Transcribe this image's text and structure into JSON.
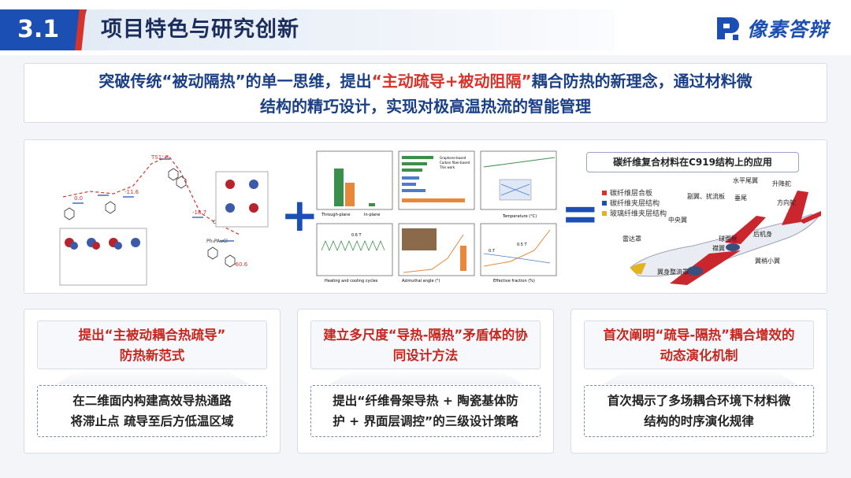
{
  "header": {
    "section_number": "3.1",
    "title": "项目特色与研究创新",
    "logo_text": "像素答辩",
    "accent": "#1c4fb3",
    "red_accent": "#d6332b"
  },
  "intro": {
    "part1": "突破传统“被动隔热”的单一思维，提出",
    "highlight": "“主动疏导+被动阻隔”",
    "part2": "耦合防热的新理念，通过材料微",
    "line2": "结构的精巧设计，实现对极高温热流的智能管理"
  },
  "figure": {
    "chem_labels": [
      "TS1'-R",
      "0.0",
      "-11.6",
      "-18.7",
      "Ph₃PAuCl",
      "-60.6",
      "Cl"
    ],
    "chart_labels": {
      "bar_x": [
        "Through-plane",
        "In-plane"
      ],
      "cycle_x": "Heating and cooling cycles",
      "temp_x": "Temperature (°C)",
      "angle_x": "Azimuthal angle (°)",
      "frac_x": "Effective fraction (%)",
      "legend_a": "Graphene-based",
      "legend_b": "Carbon fiber-based",
      "legend_c": "This work",
      "value_a": "0.6 T",
      "value_b": "0.5 T",
      "value_c": "0.7"
    },
    "plus": "+",
    "equals": "=",
    "application_title": "碳纤维复合材料在C919结构上的应用",
    "legend": [
      {
        "label": "碳纤维层合板",
        "color": "#d6332b"
      },
      {
        "label": "碳纤维夹层结构",
        "color": "#1c4fb3"
      },
      {
        "label": "玻璃纤维夹层结构",
        "color": "#e2b320"
      }
    ],
    "plane_labels": [
      "水平尾翼",
      "升降舵",
      "副翼、扰流板",
      "垂尾",
      "方向舵",
      "中央翼",
      "后机身",
      "雷达罩",
      "球面框",
      "襟翼",
      "翼梢小翼",
      "翼身整流罩"
    ]
  },
  "cards": [
    {
      "head_l1": "提出“主被动耦合热疏导”",
      "head_l2": "防热新范式",
      "body_l1": "在二维面内构建高效导热通路",
      "body_l2": "将滞止点 疏导至后方低温区域"
    },
    {
      "head_l1": "建立多尺度“导热-隔热”矛盾体的协",
      "head_l2": "同设计方法",
      "body_l1": "提出“纤维骨架导热 + 陶瓷基体防",
      "body_l2": "护 + 界面层调控”的三级设计策略"
    },
    {
      "head_l1": "首次阐明“疏导-隔热”耦合增效的",
      "head_l2": "动态演化机制",
      "body_l1": "首次揭示了多场耦合环境下材料微",
      "body_l2": "结构的时序演化规律"
    }
  ]
}
